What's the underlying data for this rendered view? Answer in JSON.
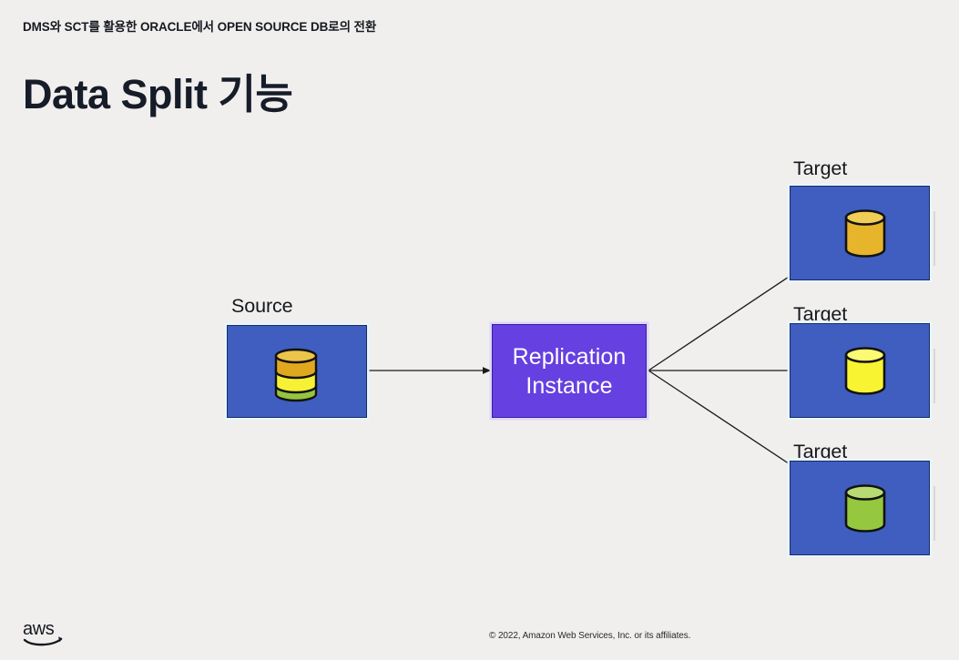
{
  "header": {
    "eyebrow": "DMS와 SCT를 활용한 ORACLE에서 OPEN SOURCE DB로의 전환",
    "title": "Data Split 기능"
  },
  "diagram": {
    "source": {
      "caption": "Source",
      "cylinder_name": "multi-color-database-cylinder",
      "bands": [
        "#e0a81e",
        "#f7f136",
        "#95c43e"
      ]
    },
    "replication": {
      "line1": "Replication",
      "line2": "Instance",
      "color": "#6640e0"
    },
    "targets": [
      {
        "caption": "Target",
        "cylinder_name": "gold-database-cylinder",
        "color": "#e6b52c"
      },
      {
        "caption": "Target",
        "cylinder_name": "yellow-database-cylinder",
        "color": "#f9f432"
      },
      {
        "caption": "Target",
        "cylinder_name": "green-database-cylinder",
        "color": "#96c83f"
      }
    ],
    "box_color": "#3f5ec0",
    "arrow_color": "#1a1a1a"
  },
  "footer": {
    "logo": "aws-logo",
    "copyright": "© 2022, Amazon Web Services, Inc. or its affiliates."
  }
}
